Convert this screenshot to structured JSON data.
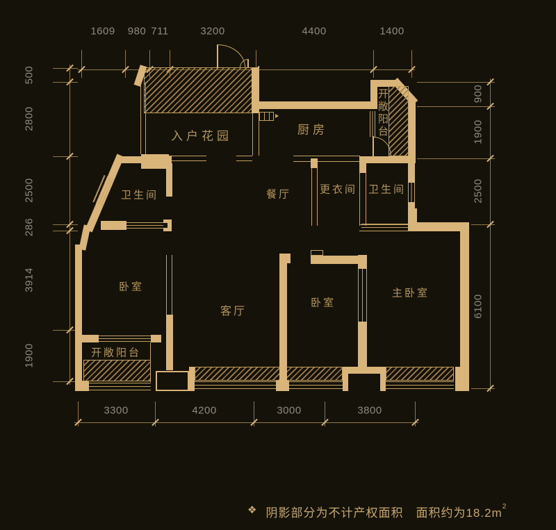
{
  "plan": {
    "dims": {
      "top": [
        "1609",
        "980",
        "711",
        "3200",
        "4400",
        "1400"
      ],
      "left": [
        "500",
        "2800",
        "2500",
        "286",
        "3914",
        "1900"
      ],
      "right": [
        "900",
        "1900",
        "2500",
        "6100"
      ],
      "bottom": [
        "3300",
        "4200",
        "3000",
        "3800"
      ]
    },
    "rooms": {
      "entry_garden": "入户花园",
      "kitchen": "厨房",
      "balcony_top": "开敞阳台",
      "bath_left": "卫生间",
      "dining": "餐厅",
      "dressing": "更衣间",
      "bath_right": "卫生间",
      "bedroom_left": "卧室",
      "living": "客厅",
      "bedroom_mid": "卧室",
      "master_bedroom": "主卧室",
      "balcony_bottom": "开敞阳台"
    },
    "footer": {
      "marker": "❖",
      "note": "阴影部分为不计产权面积",
      "area_label": "面积约为18.2m",
      "area_superscript": "2"
    },
    "colors": {
      "background": "#151309",
      "wall_gold": "#d9b57a",
      "line_gold": "#c4a161",
      "hatch_gold": "#a5824a",
      "dim_line": "#8f7845",
      "dim_text": "#8f8a80",
      "room_text": "#b3945c",
      "footer_text": "#c8a76e"
    }
  }
}
